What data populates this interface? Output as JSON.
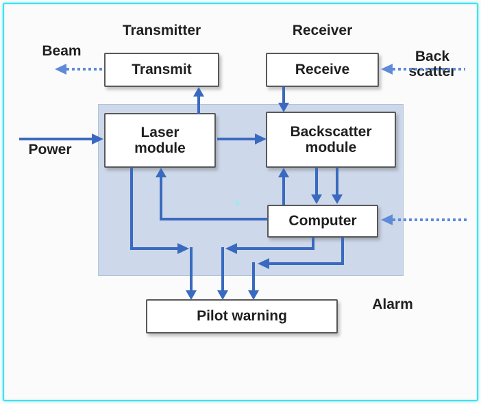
{
  "diagram": {
    "region_labels": {
      "transmitter": "Transmitter",
      "receiver": "Receiver",
      "alarm": "Alarm"
    },
    "io_labels": {
      "beam": "Beam",
      "power": "Power",
      "back_scatter_line1": "Back",
      "back_scatter_line2": "scatter"
    },
    "nodes": {
      "transmit": "Transmit",
      "receive": "Receive",
      "laser_line1": "Laser",
      "laser_line2": "module",
      "backscatter_line1": "Backscatter",
      "backscatter_line2": "module",
      "computer": "Computer",
      "pilot_warning": "Pilot warning"
    },
    "connections": [
      {
        "from": "power-input",
        "to": "laser-module",
        "style": "solid"
      },
      {
        "from": "laser-module",
        "to": "transmit",
        "style": "solid"
      },
      {
        "from": "transmit",
        "to": "beam-output",
        "style": "dotted"
      },
      {
        "from": "back-scatter-input",
        "to": "receive",
        "style": "dotted"
      },
      {
        "from": "receive",
        "to": "backscatter-module",
        "style": "solid"
      },
      {
        "from": "laser-module",
        "to": "backscatter-module",
        "style": "solid"
      },
      {
        "from": "computer",
        "to": "backscatter-module",
        "style": "solid"
      },
      {
        "from": "backscatter-module",
        "to": "computer",
        "style": "solid",
        "count": 2
      },
      {
        "from": "external-right",
        "to": "computer",
        "style": "dotted"
      },
      {
        "from": "computer",
        "to": "laser-module",
        "style": "solid"
      },
      {
        "from": "laser-module",
        "to": "pilot-warning",
        "style": "solid"
      },
      {
        "from": "computer",
        "to": "pilot-warning",
        "style": "solid",
        "count": 2
      }
    ],
    "colors": {
      "arrow": "#3a6abf",
      "dotted-arrow": "#5e8ad8",
      "region-fill": "#cdd8ea",
      "region-border": "#b2c2db",
      "box-border": "#58585a",
      "box-fill": "#ffffff",
      "outer-border": "#40e2ec",
      "text": "#1f1f1f",
      "background": "#fbfbfb"
    }
  }
}
